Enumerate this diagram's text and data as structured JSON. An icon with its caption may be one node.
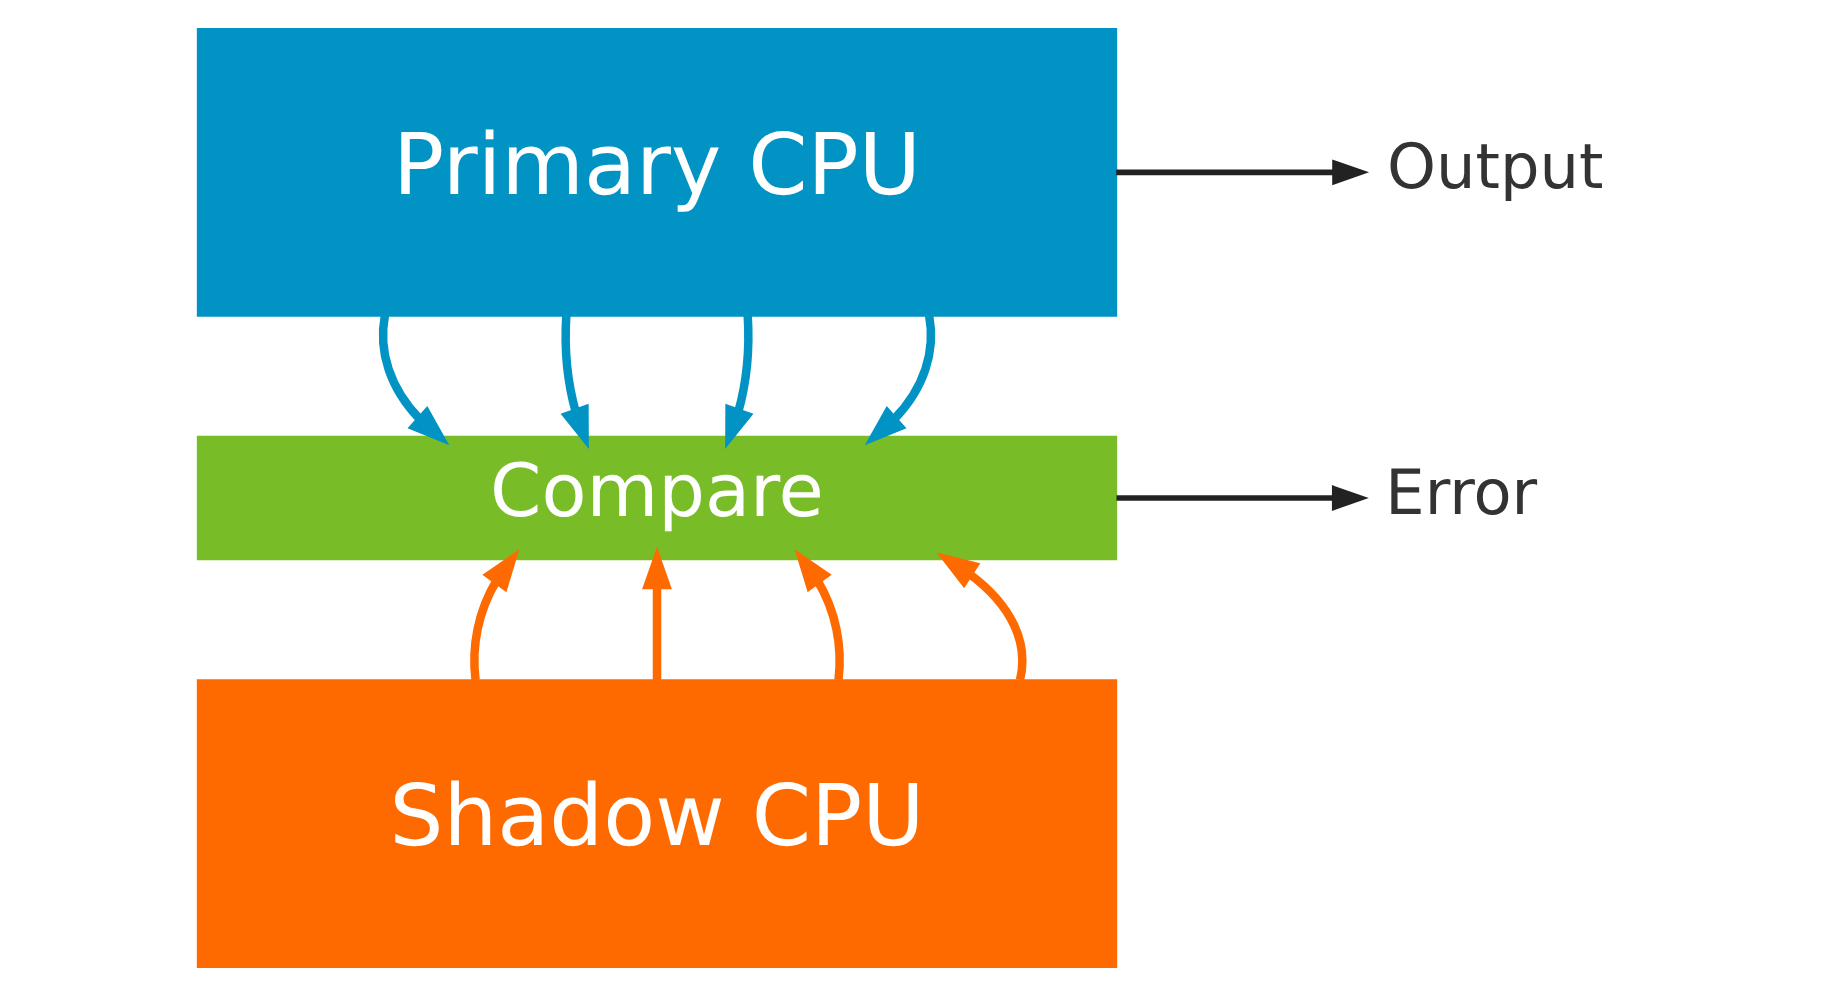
{
  "diagram": {
    "nodes": [
      {
        "text": [
          "Primary CPU"
        ]
      },
      {
        "text": [
          "Compare"
        ]
      },
      {
        "text": [
          "Shadow CPU"
        ]
      },
      {
        "text": [
          "Output"
        ]
      },
      {
        "text": [
          "Error"
        ]
      }
    ],
    "edges": [
      {
        "from": 0,
        "to": 1,
        "arrow": "to",
        "color": "#0093c4"
      },
      {
        "from": 0,
        "to": 1,
        "arrow": "to",
        "color": "#0093c4"
      },
      {
        "from": 0,
        "to": 1,
        "arrow": "to",
        "color": "#0093c4"
      },
      {
        "from": 0,
        "to": 1,
        "arrow": "to",
        "color": "#0093c4"
      },
      {
        "from": 2,
        "to": 1,
        "arrow": "to",
        "color": "#ff6a00"
      },
      {
        "from": 2,
        "to": 1,
        "arrow": "to",
        "color": "#ff6a00"
      },
      {
        "from": 2,
        "to": 1,
        "arrow": "to",
        "color": "#ff6a00"
      },
      {
        "from": 2,
        "to": 1,
        "arrow": "to",
        "color": "#ff6a00"
      },
      {
        "from": 0,
        "to": 3,
        "arrow": "to",
        "color": "#222222"
      },
      {
        "from": 1,
        "to": 4,
        "arrow": "to",
        "color": "#222222"
      }
    ]
  }
}
